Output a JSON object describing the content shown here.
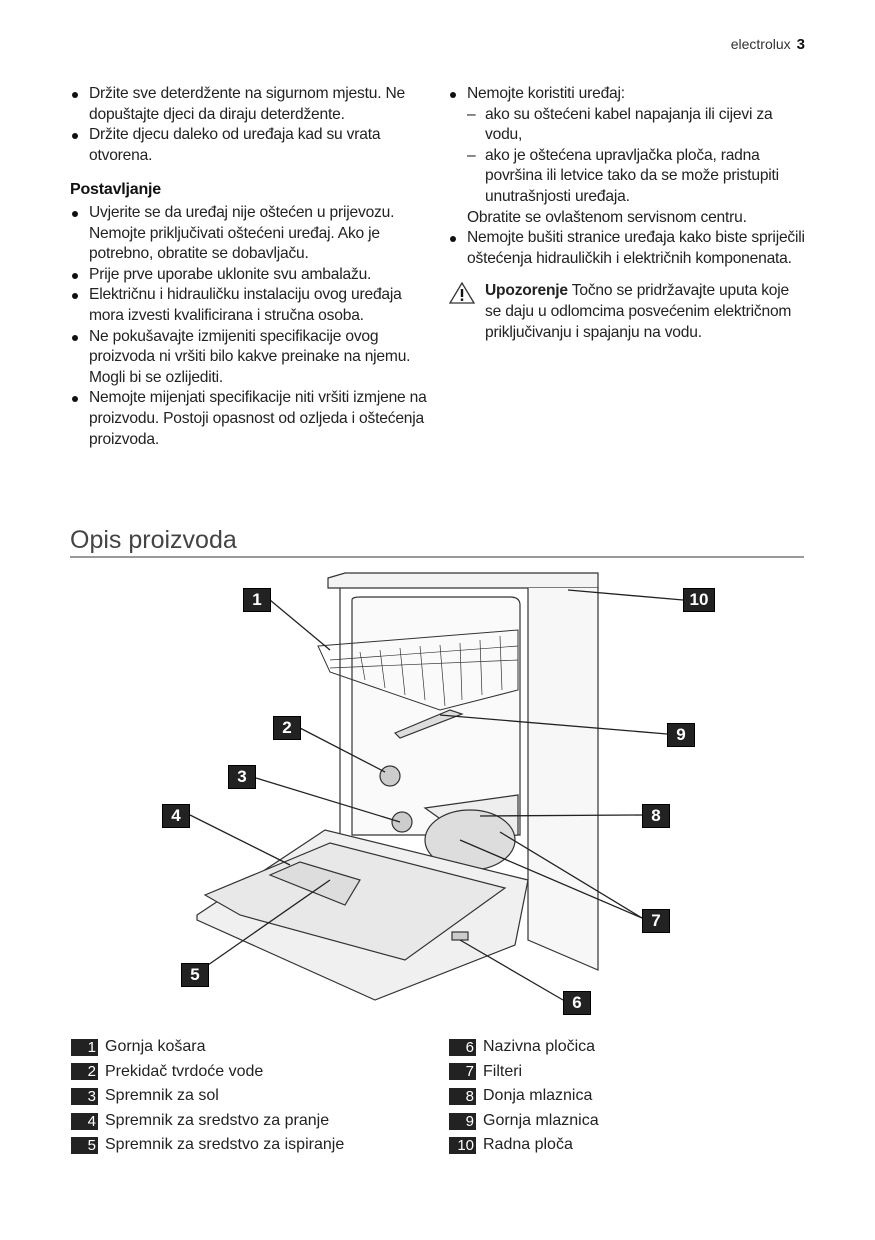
{
  "header": {
    "brand": "electrolux",
    "page_number": "3"
  },
  "left_column": {
    "bullets_top": [
      "Držite sve deterdžente na sigurnom mjestu. Ne dopuštajte djeci da diraju deterdžente.",
      "Držite djecu daleko od uređaja kad su vrata otvorena."
    ],
    "subheading": "Postavljanje",
    "bullets": [
      "Uvjerite se da uređaj nije oštećen u prijevozu. Nemojte priključivati oštećeni uređaj. Ako je potrebno, obratite se dobavljaču.",
      "Prije prve uporabe uklonite svu ambalažu.",
      "Električnu i hidrauličku instalaciju ovog uređaja mora izvesti kvalificirana i stručna osoba.",
      "Ne pokušavajte izmijeniti specifikacije ovog proizvoda ni vršiti bilo kakve preinake na njemu. Mogli bi se ozlijediti.",
      "Nemojte mijenjati specifikacije niti vršiti izmjene na proizvodu. Postoji opasnost od ozljeda i oštećenja proizvoda."
    ]
  },
  "right_column": {
    "bullet1": "Nemojte koristiti uređaj:",
    "dashes": [
      "ako su oštećeni kabel napajanja ili cijevi za vodu,",
      "ako je oštećena upravljačka ploča, radna površina ili letvice tako da se može pristupiti unutrašnjosti uređaja."
    ],
    "note": "Obratite se ovlaštenom servisnom centru.",
    "bullet2": "Nemojte bušiti stranice uređaja kako biste spriječili oštećenja hidrauličkih i električnih komponenata.",
    "warning_title": "Upozorenje",
    "warning_text": "Točno se pridržavajte uputa koje se daju u odlomcima posvećenim električnom priključivanju i spajanju na vodu."
  },
  "section_title": "Opis proizvoda",
  "diagram_callouts": [
    "1",
    "2",
    "3",
    "4",
    "5",
    "6",
    "7",
    "8",
    "9",
    "10"
  ],
  "legend": [
    {
      "n": "1",
      "label": "Gornja košara"
    },
    {
      "n": "2",
      "label": "Prekidač tvrdoće vode"
    },
    {
      "n": "3",
      "label": "Spremnik za sol"
    },
    {
      "n": "4",
      "label": "Spremnik za sredstvo za pranje"
    },
    {
      "n": "5",
      "label": "Spremnik za sredstvo za ispiranje"
    },
    {
      "n": "6",
      "label": "Nazivna pločica"
    },
    {
      "n": "7",
      "label": "Filteri"
    },
    {
      "n": "8",
      "label": "Donja mlaznica"
    },
    {
      "n": "9",
      "label": "Gornja mlaznica"
    },
    {
      "n": "10",
      "label": "Radna ploča"
    }
  ]
}
